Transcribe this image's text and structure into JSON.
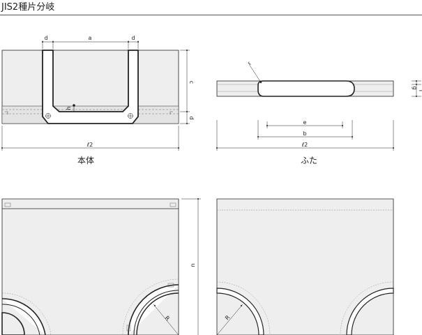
{
  "title": "JIS2種片分岐",
  "views": {
    "body_caption": "本体",
    "lid_caption": "ふた"
  },
  "dimensions": {
    "a": "a",
    "b": "b",
    "c": "c",
    "d": "d",
    "e": "e",
    "f": "f",
    "g": "g",
    "h": "h",
    "n": "n",
    "r": "r",
    "R": "R",
    "l2": "ℓ2"
  },
  "colors": {
    "line": "#222222",
    "fill": "#eeeeee",
    "hidden": "#999999"
  }
}
